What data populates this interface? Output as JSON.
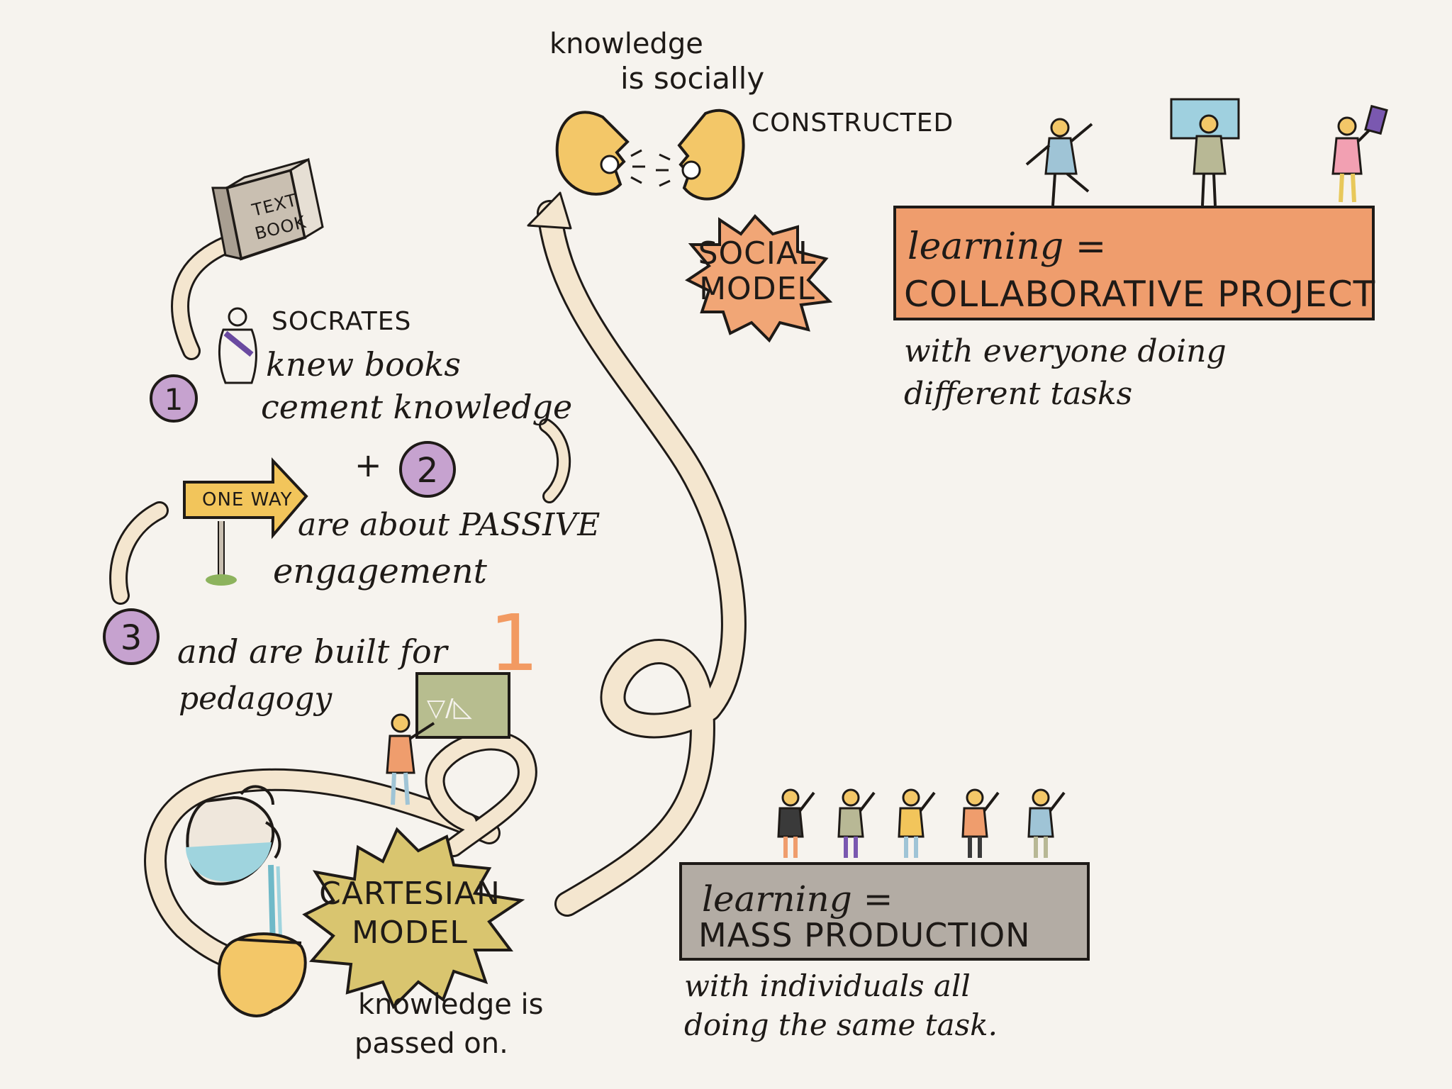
{
  "colors": {
    "background": "#f6f3ee",
    "path_fill": "#f4e6cf",
    "head_yellow": "#f3c768",
    "badge_purple": "#c6a2cf",
    "collab_orange": "#ef9d6d",
    "mass_gray": "#b3aca4",
    "cartesian_star": "#d9c56f",
    "social_star": "#f1a676",
    "board_green": "#b7bd8f",
    "textbook_gray": "#c9bfb1",
    "water_blue": "#9fd4de",
    "signpost_yellow": "#f2c55b"
  },
  "top": {
    "line1": "knowledge",
    "line2": "is socially",
    "line3": "CONSTRUCTED"
  },
  "social_model": {
    "line1": "SOCIAL",
    "line2": "MODEL"
  },
  "collab": {
    "title": "learning =",
    "subtitle": "COLLABORATIVE PROJECT",
    "caption1": "with everyone doing",
    "caption2": "different tasks"
  },
  "textbook": {
    "line1": "TEXT",
    "line2": "BOOK"
  },
  "socrates": {
    "name": "SOCRATES",
    "line2": "knew books",
    "line3": "cement knowledge",
    "plus": "+",
    "line4": "are about PASSIVE",
    "line5": "engagement",
    "line6": "and are built for",
    "line7": "pedagogy"
  },
  "badges": {
    "b1": "1",
    "b2": "2",
    "b3": "3"
  },
  "signpost": {
    "label": "ONE WAY"
  },
  "big_one": "1",
  "cartesian": {
    "line1": "CARTESIAN",
    "line2": "MODEL",
    "caption1": "knowledge is",
    "caption2": "passed on."
  },
  "mass": {
    "title": "learning =",
    "subtitle": "MASS PRODUCTION",
    "caption1": "with individuals all",
    "caption2": "doing the same task."
  },
  "icons": [
    "talking-head-icon",
    "textbook-icon",
    "socrates-icon",
    "one-way-sign-icon",
    "water-jug-icon",
    "receiving-head-icon",
    "teacher-icon",
    "blackboard-icon",
    "person-icon"
  ]
}
